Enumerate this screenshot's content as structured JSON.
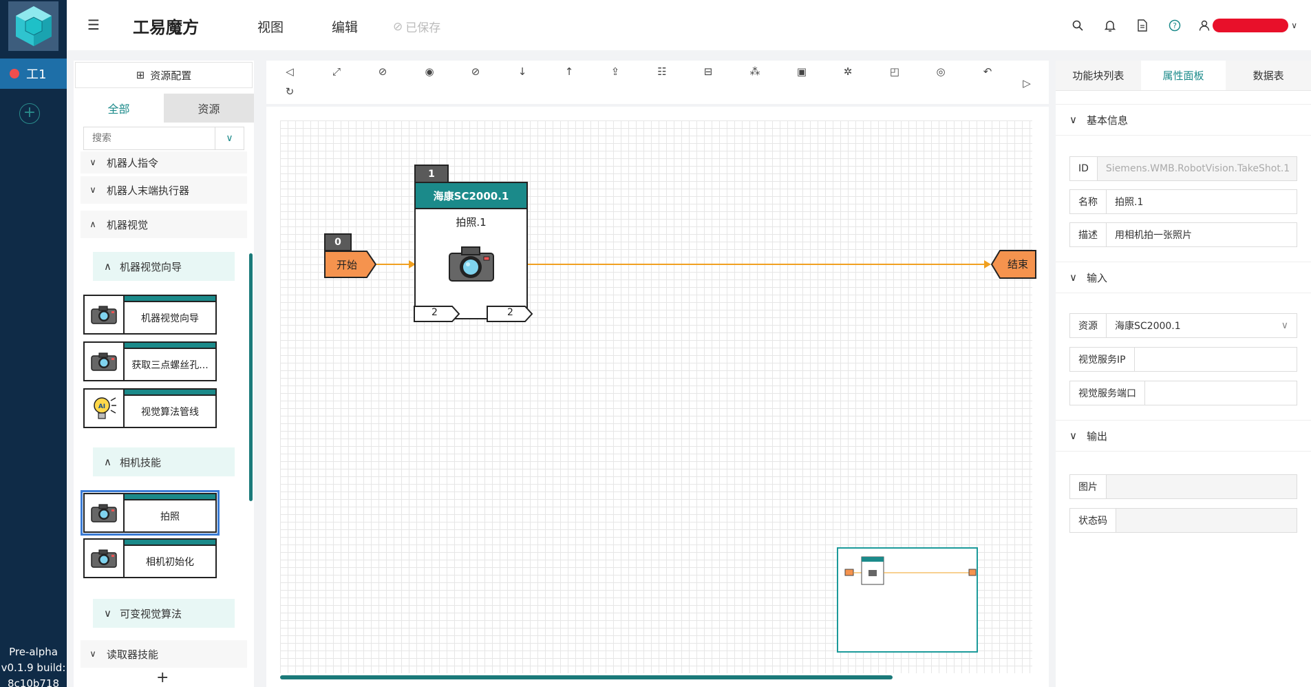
{
  "app": {
    "title": "工易魔方",
    "menu_view": "视图",
    "menu_edit": "编辑",
    "saved_status": "已保存",
    "version_line1": "Pre-alpha",
    "version_line2": "v0.1.9 build:",
    "version_line3": "8c10b718"
  },
  "rail": {
    "tab_label": "工1",
    "add_label": "+"
  },
  "left_panel": {
    "resource_config": "资源配置",
    "tab_all": "全部",
    "tab_resource": "资源",
    "search_placeholder": "搜索",
    "categories": {
      "robot_cmd": "机器人指令",
      "robot_end": "机器人末端执行器",
      "machine_vision": "机器视觉",
      "reader": "读取器技能"
    },
    "subcategories": {
      "vision_guide": "机器视觉向导",
      "camera_skill": "相机技能",
      "variable_vision": "可变视觉算法"
    },
    "cards": {
      "c1": "机器视觉向导",
      "c2": "获取三点螺丝孔...",
      "c3": "视觉算法管线",
      "c4": "拍照",
      "c5": "相机初始化"
    },
    "add_button": "+"
  },
  "canvas": {
    "start_tag": "0",
    "start_label": "开始",
    "block_tag": "1",
    "block_header": "海康SC2000.1",
    "block_name": "拍照.1",
    "port_in": "2",
    "port_out": "2",
    "end_label": "结束"
  },
  "right_panel": {
    "tabs": [
      "功能块列表",
      "属性面板",
      "数据表"
    ],
    "basic_info": "基本信息",
    "id_label": "ID",
    "id_value": "Siemens.WMB.RobotVision.TakeShot.1",
    "name_label": "名称",
    "name_value": "拍照.1",
    "desc_label": "描述",
    "desc_value": "用相机拍一张照片",
    "input_section": "输入",
    "resource_label": "资源",
    "resource_value": "海康SC2000.1",
    "ip_label": "视觉服务IP",
    "ip_value": "",
    "port_label": "视觉服务端口",
    "port_value": "",
    "output_section": "输出",
    "image_label": "图片",
    "image_value": "",
    "status_label": "状态码",
    "status_value": ""
  },
  "colors": {
    "teal": "#1b8a8a",
    "orange": "#f5934e",
    "navy": "#0f2b47",
    "link_line": "#f0a020"
  }
}
